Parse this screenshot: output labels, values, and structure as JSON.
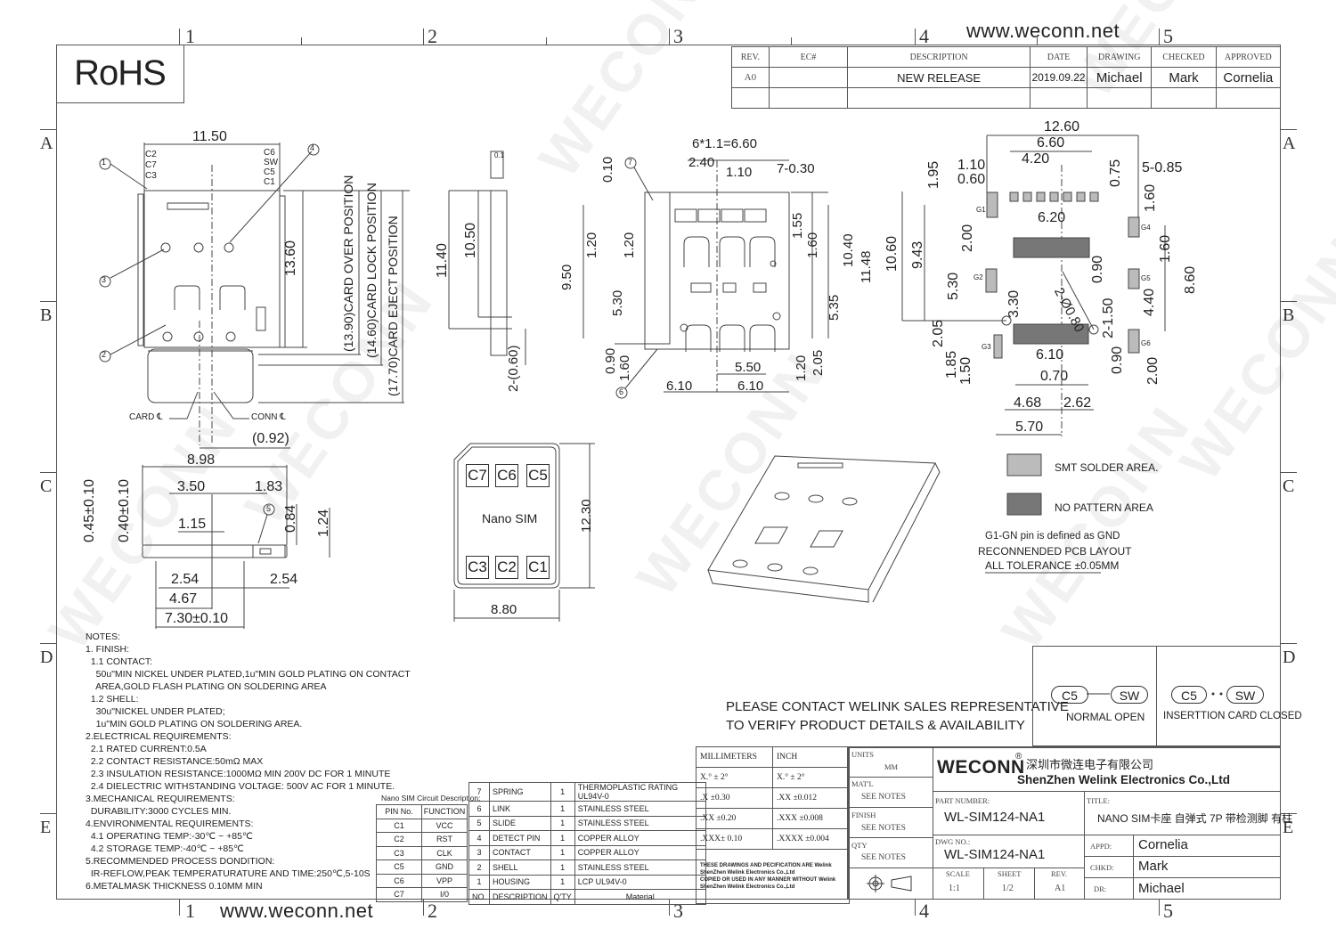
{
  "header": {
    "rohs": "RoHS",
    "website_top": "www.weconn.net",
    "website_bottom": "www.weconn.net"
  },
  "zones": {
    "columns": [
      "1",
      "2",
      "3",
      "4",
      "5"
    ],
    "rows": [
      "A",
      "B",
      "C",
      "D",
      "E"
    ]
  },
  "revision_table": {
    "headers": [
      "REV.",
      "EC#",
      "DESCRIPTION",
      "DATE",
      "DRAWING",
      "CHECKED",
      "APPROVED"
    ],
    "rows": [
      [
        "A0",
        "",
        "NEW RELEASE",
        "2019.09.22",
        "Michael",
        "Mark",
        "Cornelia"
      ],
      [
        "",
        "",
        "",
        "",
        "",
        "",
        ""
      ]
    ]
  },
  "top_view": {
    "width_dim": "11.50",
    "height_dim": "13.60",
    "pin_labels_left": [
      "C2",
      "C7",
      "C3"
    ],
    "pin_labels_right": [
      "C6",
      "SW",
      "C5",
      "C1"
    ],
    "balloons": [
      "1",
      "2",
      "3",
      "4"
    ],
    "card_positions": [
      "(13.90)CARD OVER POSITION",
      "(14.60)CARD LOCK POSITION",
      "(17.70)CARD EJECT POSITION"
    ],
    "card_cl": "CARD ℄",
    "conn_cl": "CONN ℄",
    "offset_dim": "(0.92)"
  },
  "side_view": {
    "dims": [
      "11.40",
      "10.50",
      "2-(0.60)"
    ],
    "flatness": "0.1"
  },
  "bottom_view": {
    "dims_top": [
      "6*1.1=6.60",
      "2.40",
      "1.10",
      "7-0.30",
      "0.10"
    ],
    "dims_left": [
      "9.50",
      "1.20",
      "1.20",
      "5.30",
      "0.90",
      "1.60"
    ],
    "dims_right": [
      "1.55",
      "1.60",
      "10.40",
      "11.48",
      "5.35",
      "1.20",
      "2.05"
    ],
    "dims_bottom": [
      "5.50",
      "6.10",
      "6.10"
    ],
    "balloons": [
      "7",
      "6"
    ]
  },
  "pcb_layout": {
    "dims_top": [
      "12.60",
      "6.60",
      "4.20",
      "1.10",
      "0.60",
      "1.95",
      "0.75",
      "5-0.85"
    ],
    "dims_left": [
      "10.60",
      "9.43",
      "2.00",
      "5.30",
      "3.30",
      "2.05",
      "1.85",
      "1.50"
    ],
    "dims_right": [
      "1.60",
      "1.60",
      "8.60",
      "4.40",
      "0.90",
      "2-1.50",
      "0.90",
      "2.00"
    ],
    "dims_center": [
      "6.20",
      "2-Ø0.80",
      "6.10",
      "0.70"
    ],
    "dims_bottom": [
      "4.68",
      "2.62",
      "5.70"
    ],
    "ground_pads": [
      "G1",
      "G2",
      "G3",
      "G4",
      "G5",
      "G6"
    ]
  },
  "front_view": {
    "dims": [
      "8.98",
      "3.50",
      "1.83",
      "1.15",
      "0.84",
      "1.24",
      "0.45±0.10",
      "0.40±0.10",
      "2.54",
      "2.54",
      "4.67",
      "7.30±0.10"
    ],
    "balloon": "5"
  },
  "nano_sim": {
    "label": "Nano SIM",
    "contacts_top": [
      "C7",
      "C6",
      "C5"
    ],
    "contacts_bottom": [
      "C3",
      "C2",
      "C1"
    ],
    "width": "8.80",
    "height": "12.30"
  },
  "legend": {
    "smt": "SMT SOLDER AREA.",
    "no_pattern": "NO PATTERN AREA",
    "gnd_note": "G1-GN pin is defined as GND",
    "layout_note": "RECONNENDED PCB LAYOUT",
    "tolerance_note": "ALL TOLERANCE ±0.05MM"
  },
  "switch_diagram": {
    "normal": {
      "a": "C5",
      "b": "SW",
      "caption": "NORMAL OPEN"
    },
    "closed": {
      "a": "C5",
      "b": "SW",
      "caption": "INSERTTION CARD CLOSED"
    }
  },
  "contact_notice": {
    "line1": "PLEASE CONTACT WELINK SALES REPRESENTATIVE",
    "line2": "TO VERIFY PRODUCT DETAILS & AVAILABILITY"
  },
  "notes": [
    "NOTES:",
    "1. FINISH:",
    "  1.1 CONTACT:",
    "    50u\"MIN NICKEL UNDER PLATED,1u\"MIN GOLD PLATING ON CONTACT",
    "    AREA,GOLD FLASH PLATING ON SOLDERING AREA",
    "  1.2 SHELL:",
    "    30u\"NICKEL UNDER PLATED;",
    "    1u\"MIN GOLD PLATING ON SOLDERING AREA.",
    "2.ELECTRICAL REQUIREMENTS:",
    "  2.1 RATED CURRENT:0.5A",
    "  2.2 CONTACT RESISTANCE:50mΩ MAX",
    "  2.3 INSULATION RESISTANCE:1000MΩ MIN 200V DC FOR 1 MINUTE",
    "  2.4 DIELECTRIC WITHSTANDING VOLTAGE: 500V AC FOR 1 MINUTE.",
    "3.MECHANICAL REQUIREMENTS:",
    "  DURABILITY:3000 CYCLES MIN.",
    "4.ENVIRONMENTAL REQUIREMENTS:",
    "  4.1 OPERATING TEMP:-30℃ ~ +85℃",
    "  4.2 STORAGE TEMP:-40℃ ~ +85℃",
    "5.RECOMMENDED PROCESS DONDITION:",
    "  IR-REFLOW,PEAK TEMPERATURATURE AND TIME:250℃,5-10S",
    "6.METALMASK THICKNESS 0.10MM MIN"
  ],
  "pin_table": {
    "title": "Nano SIM Circuit Description:",
    "headers": [
      "PIN No.",
      "FUNCTION"
    ],
    "rows": [
      [
        "C1",
        "VCC"
      ],
      [
        "C2",
        "RST"
      ],
      [
        "C3",
        "CLK"
      ],
      [
        "C5",
        "GND"
      ],
      [
        "C6",
        "VPP"
      ],
      [
        "C7",
        "I/0"
      ]
    ]
  },
  "parts_table": {
    "headers": [
      "NO.",
      "DESCRIPTION",
      "Q'TY",
      "Material"
    ],
    "rows": [
      [
        "7",
        "SPRING",
        "1",
        "THERMOPLASTIC RATING UL94V-0"
      ],
      [
        "6",
        "LINK",
        "1",
        "STAINLESS STEEL"
      ],
      [
        "5",
        "SLIDE",
        "1",
        "STAINLESS STEEL"
      ],
      [
        "4",
        "DETECT PIN",
        "1",
        "COPPER ALLOY"
      ],
      [
        "3",
        "CONTACT",
        "1",
        "COPPER ALLOY"
      ],
      [
        "2",
        "SHELL",
        "1",
        "STAINLESS STEEL"
      ],
      [
        "1",
        "HOUSING",
        "1",
        "LCP UL94V-0"
      ]
    ]
  },
  "tolerance_table": {
    "headers": [
      "MILLIMETERS",
      "INCH"
    ],
    "rows": [
      [
        "X.°  ± 2°",
        "X.°  ± 2°"
      ],
      [
        ".X   ±0.30",
        ".XX   ±0.012"
      ],
      [
        ".XX  ±0.20",
        ".XXX  ±0.008"
      ],
      [
        ".XXX± 0.10",
        ".XXXX ±0.004"
      ]
    ],
    "disclaimer": [
      "THESE DRAWINGS AND PECIFICATION  ARE Welink",
      "ShenZhen Welink Electronics Co.,Ltd",
      " COPIED OR USED IN ANY MANNER WITHOUT Welink",
      "ShenZhen Welink Electronics Co.,Ltd"
    ]
  },
  "spec_column": {
    "units_label": "UNITS",
    "units_value": "MM",
    "matl_label": "MAT'L",
    "matl_value": "SEE NOTES",
    "finish_label": "FINISH",
    "finish_value": "SEE NOTES",
    "qty_label": "QTY",
    "qty_value": "SEE NOTES"
  },
  "title_block": {
    "brand": "WECONN",
    "registered": "®",
    "company_cn": "深圳市微连电子有限公司",
    "company_en": "ShenZhen Welink Electronics Co.,Ltd",
    "part_number_label": "PART NUMBER:",
    "part_number": "WL-SIM124-NA1",
    "title_label": "TITLE:",
    "title": "NANO SIM卡座 自弹式 7P 带检测脚 有柱",
    "dwg_no_label": "DWG NO.:",
    "dwg_no": "WL-SIM124-NA1",
    "scale_label": "SCALE",
    "scale": "1:1",
    "sheet_label": "SHEET",
    "sheet": "1/2",
    "rev_label": "REV.",
    "rev": "A1",
    "appd_label": "APPD:",
    "appd": "Cornelia",
    "chkd_label": "CHKD:",
    "chkd": "Mark",
    "dr_label": "DR:",
    "dr": "Michael"
  },
  "watermark": "WECONN",
  "colors": {
    "line": "#555555",
    "ink": "#222222",
    "watermark": "#eeeeee"
  }
}
